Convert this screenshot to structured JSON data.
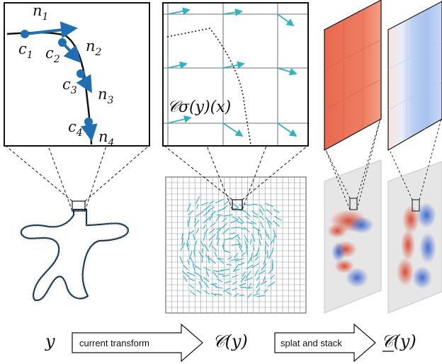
{
  "zoom_left": {
    "curve_labels": [
      {
        "id": "n1",
        "base": "n",
        "sub": "1"
      },
      {
        "id": "c1",
        "base": "c",
        "sub": "1"
      },
      {
        "id": "c2",
        "base": "c",
        "sub": "2"
      },
      {
        "id": "n2",
        "base": "n",
        "sub": "2"
      },
      {
        "id": "c3",
        "base": "c",
        "sub": "3"
      },
      {
        "id": "n3",
        "base": "n",
        "sub": "3"
      },
      {
        "id": "c4",
        "base": "c",
        "sub": "4"
      },
      {
        "id": "n4",
        "base": "n",
        "sub": "4"
      }
    ]
  },
  "zoom_middle": {
    "label": "𝒞σ(y)(x)"
  },
  "bottom_row": {
    "y_label": "y",
    "transform_label": "current transform",
    "c_label": "𝒞(y)",
    "splat_label": "splat and stack",
    "c_stack_label": "𝒞(y)"
  },
  "colors": {
    "curve_blue": "#1f6fb5",
    "arrow_cyan": "#2bb3c7",
    "red": "#e2624a",
    "blue": "#3a6fd8",
    "grid": "#888888"
  }
}
